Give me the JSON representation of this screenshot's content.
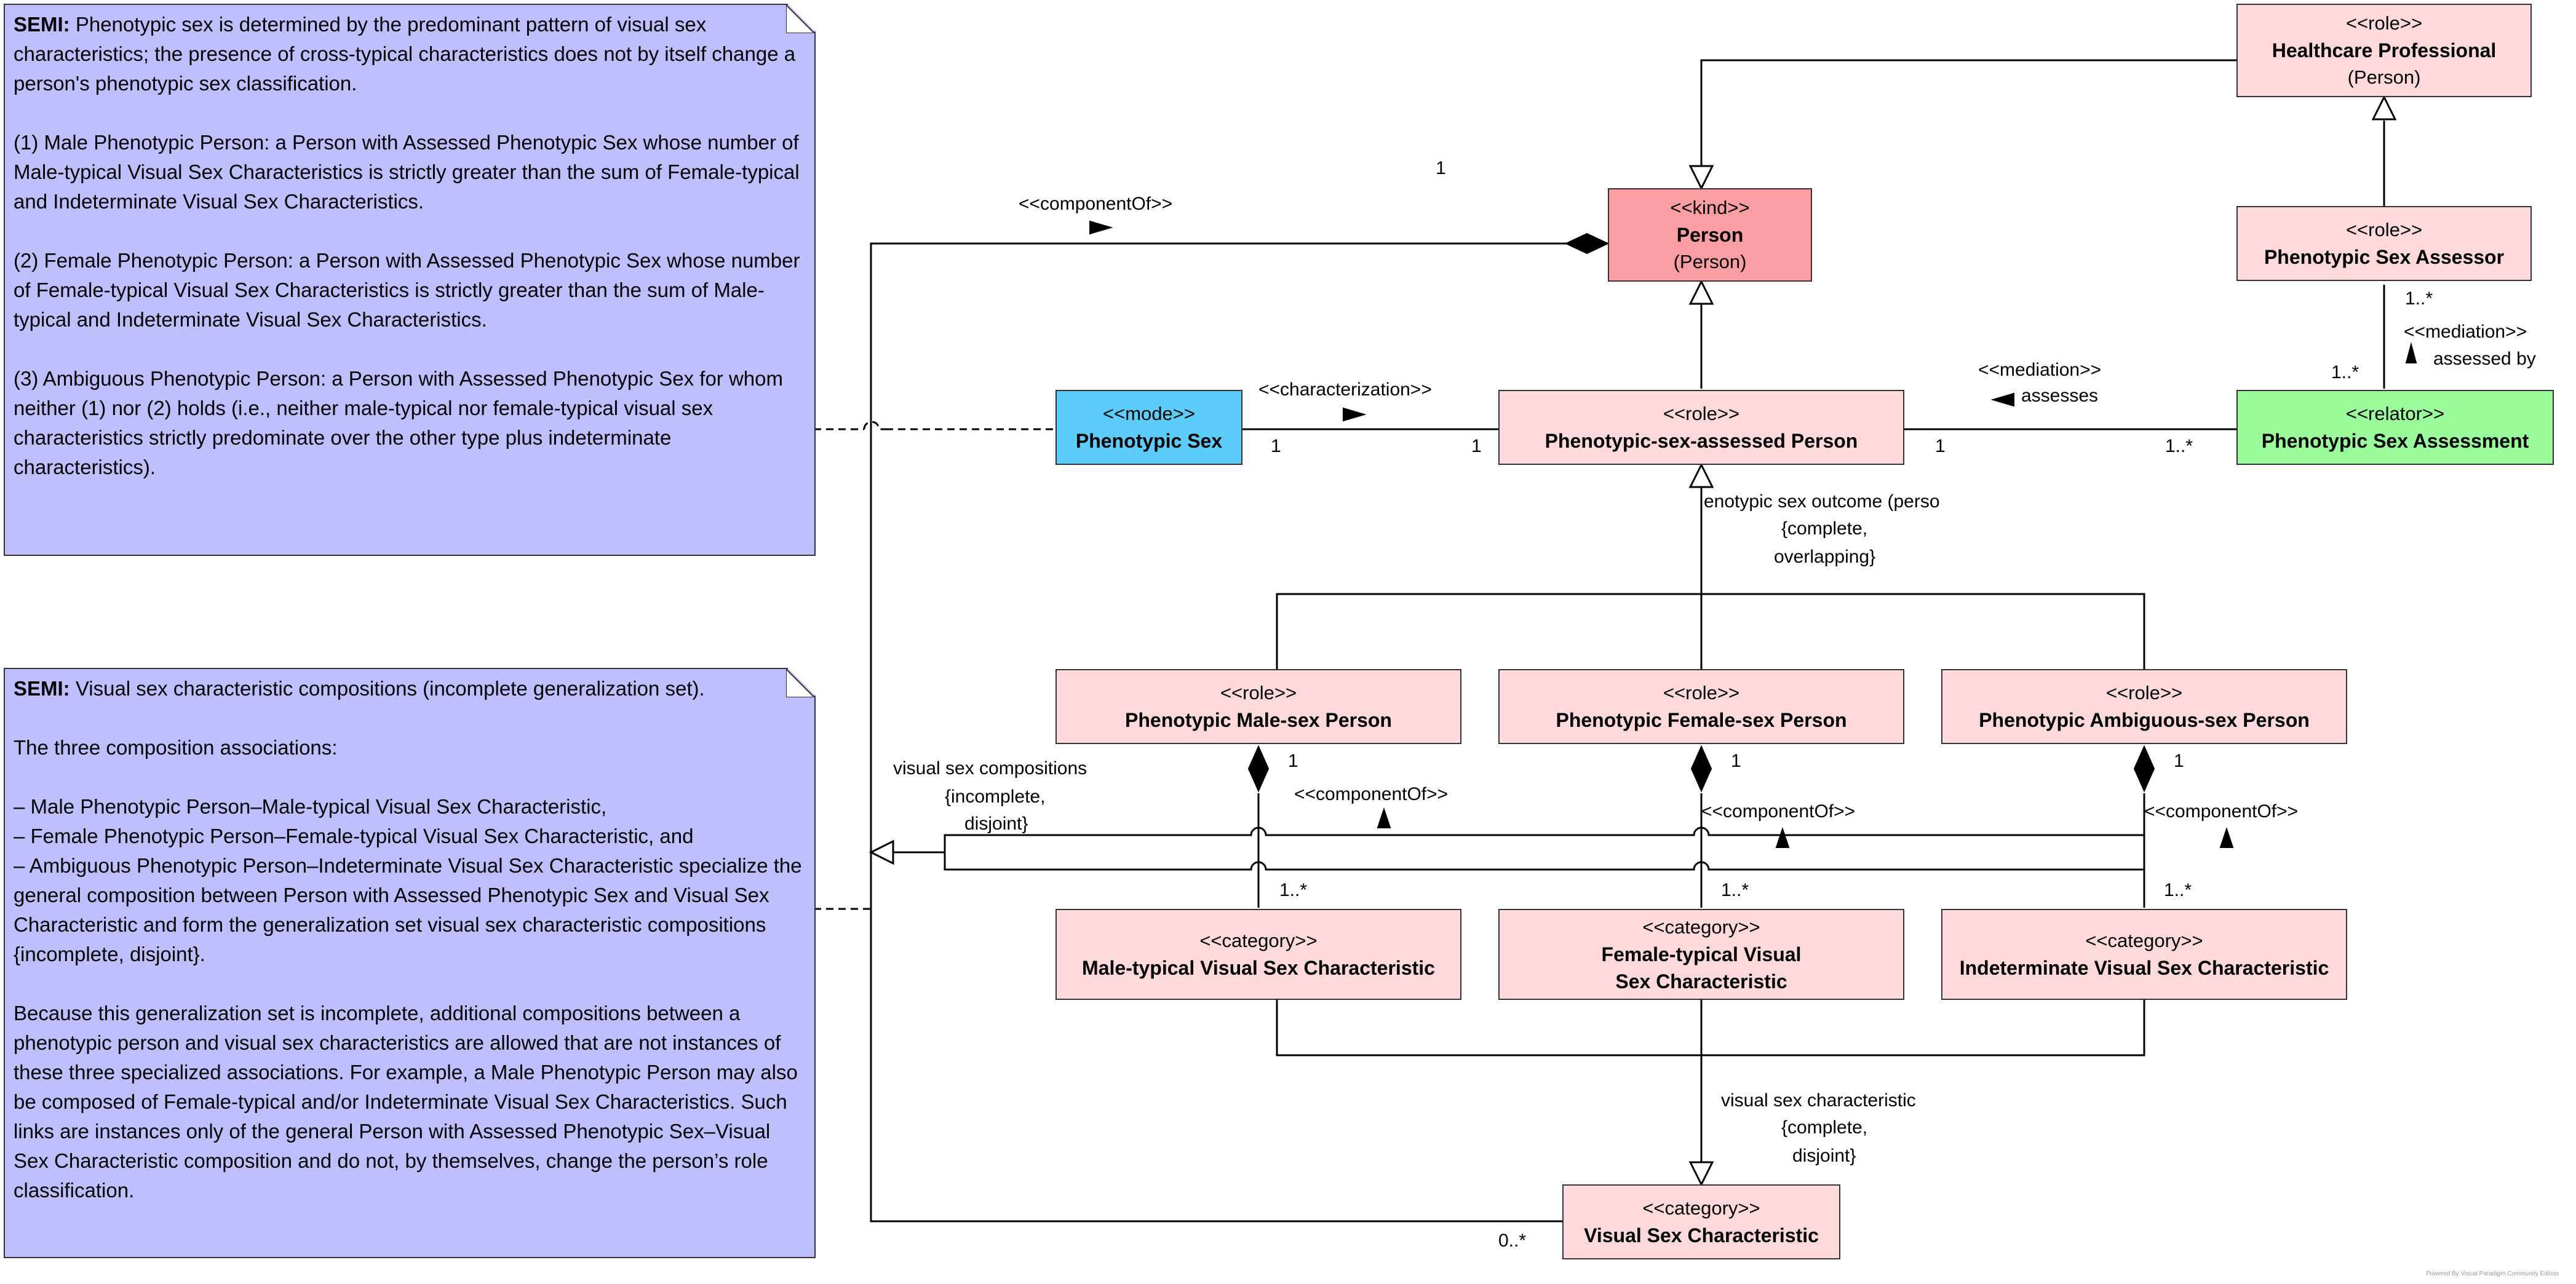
{
  "notes": {
    "top": {
      "semi_label": "SEMI:",
      "intro": "Phenotypic sex is determined by the predominant pattern of visual sex characteristics; the presence of cross-typical characteristics does not by itself change a person's phenotypic sex classification.",
      "p1": "(1) Male Phenotypic Person: a Person with Assessed Phenotypic Sex whose number of Male-typical Visual Sex Characteristics is strictly greater than the sum of Female-typical and Indeterminate Visual Sex Characteristics.",
      "p2": "(2) Female Phenotypic Person: a Person with Assessed Phenotypic Sex whose number of Female-typical Visual Sex Characteristics is strictly greater than the sum of Male-typical and Indeterminate Visual Sex Characteristics.",
      "p3": "(3) Ambiguous Phenotypic Person: a Person with Assessed Phenotypic Sex for whom neither (1) nor (2) holds (i.e., neither male-typical nor female-typical visual sex characteristics strictly predominate over the other type plus indeterminate characteristics)."
    },
    "bottom": {
      "semi_label": "SEMI:",
      "intro": "Visual sex characteristic compositions (incomplete generalization set).",
      "p1": "The three composition associations:",
      "l1": "– Male Phenotypic Person–Male-typical Visual Sex Characteristic,",
      "l2": "– Female Phenotypic Person–Female-typical Visual Sex Characteristic, and",
      "l3": "– Ambiguous Phenotypic Person–Indeterminate Visual Sex Characteristic specialize the general composition between Person with Assessed Phenotypic Sex and Visual Sex Characteristic and form the generalization set visual sex characteristic compositions {incomplete, disjoint}.",
      "p2": "Because this generalization set is incomplete, additional compositions between a phenotypic person and visual sex characteristics are allowed that are not instances of these three specialized associations. For example, a Male Phenotypic Person may also be composed of Female-typical and/or Indeterminate Visual Sex Characteristics. Such links are instances only of the general Person with Assessed Phenotypic Sex–Visual Sex Characteristic composition and do not, by themselves, change the person’s role classification."
    }
  },
  "classes": {
    "healthcare": {
      "stereotype": "<<role>>",
      "name": "Healthcare Professional",
      "sub": "(Person)"
    },
    "person": {
      "stereotype": "<<kind>>",
      "name": "Person",
      "sub": "(Person)"
    },
    "assessor": {
      "stereotype": "<<role>>",
      "name": "Phenotypic Sex Assessor"
    },
    "mode": {
      "stereotype": "<<mode>>",
      "name": "Phenotypic Sex"
    },
    "assessed_person": {
      "stereotype": "<<role>>",
      "name": "Phenotypic-sex-assessed Person"
    },
    "assessment": {
      "stereotype": "<<relator>>",
      "name": "Phenotypic Sex Assessment"
    },
    "male_person": {
      "stereotype": "<<role>>",
      "name": "Phenotypic Male-sex Person"
    },
    "female_person": {
      "stereotype": "<<role>>",
      "name": "Phenotypic Female-sex Person"
    },
    "ambiguous_person": {
      "stereotype": "<<role>>",
      "name": "Phenotypic Ambiguous-sex Person"
    },
    "male_char": {
      "stereotype": "<<category>>",
      "name": "Male-typical Visual Sex Characteristic"
    },
    "female_char": {
      "stereotype": "<<category>>",
      "name": "Female-typical Visual Sex Characteristic"
    },
    "indet_char": {
      "stereotype": "<<category>>",
      "name": "Indeterminate Visual Sex Characteristic"
    },
    "visual_char": {
      "stereotype": "<<category>>",
      "name": "Visual Sex Characteristic"
    }
  },
  "labels": {
    "component_of_top": "<<componentOf>>",
    "mult_person_top": "1",
    "characterization": "<<characterization>>",
    "mult_mode": "1",
    "mult_assessed_left": "1",
    "mediation_left_1": "<<mediation>>",
    "mediation_left_2": "assesses",
    "mult_assessed_right": "1",
    "mult_assessment_left": "1..*",
    "mult_assessor": "1..*",
    "mediation_right": "<<mediation>>",
    "assessed_by": "assessed by",
    "mult_assessment_top": "1..*",
    "genset_outcome_1": "enotypic sex outcome (perso",
    "genset_outcome_2": "{complete,",
    "genset_outcome_3": "overlapping}",
    "genset_comp_1": "visual sex compositions",
    "genset_comp_2": "{incomplete,",
    "genset_comp_3": "disjoint}",
    "comp_male": "<<componentOf>>",
    "comp_female": "<<componentOf>>",
    "comp_amb": "<<componentOf>>",
    "mult_male_1": "1",
    "mult_female_1": "1",
    "mult_amb_1": "1",
    "mult_male_n": "1..*",
    "mult_female_n": "1..*",
    "mult_amb_n": "1..*",
    "genset_vsc_1": "visual sex characteristic",
    "genset_vsc_2": "{complete,",
    "genset_vsc_3": "disjoint}",
    "mult_vsc": "0..*",
    "watermark": "Powered By  Visual Paradigm Community Edition"
  }
}
